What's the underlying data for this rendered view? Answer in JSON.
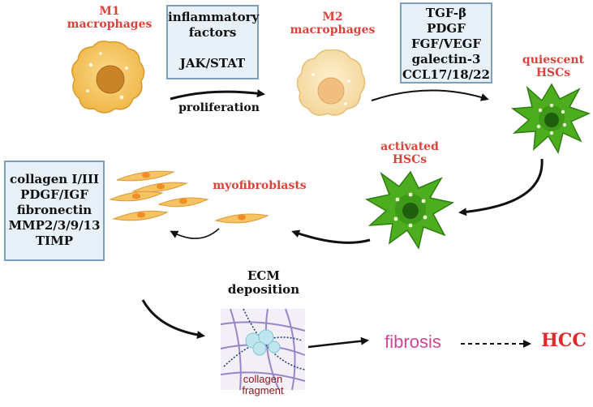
{
  "cells": {
    "m1": "M1\nmacrophages",
    "m2": "M2\nmacrophages",
    "quiescent": "quiescent\nHSCs",
    "activated": "activated\nHSCs",
    "myofibroblasts": "myofibroblasts"
  },
  "boxes": {
    "inflammatory": [
      "inflammatory",
      "factors",
      "",
      "JAK/STAT"
    ],
    "m2_factors": [
      "TGF-β",
      "PDGF",
      "FGF/VEGF",
      "galectin-3",
      "CCL17/18/22"
    ],
    "myo_factors": [
      "collagen I/III",
      "PDGF/IGF",
      "fibronectin",
      "MMP2/3/9/13",
      "TIMP"
    ]
  },
  "steps": {
    "proliferation": "proliferation",
    "ecm": "ECM\ndeposition",
    "collagen_fragment": "collagen\nfragment"
  },
  "outcomes": {
    "fibrosis": "fibrosis",
    "hcc": "HCC"
  },
  "colors": {
    "cell_label": "#d9433a",
    "fibrosis": "#d6449a",
    "hcc": "#e02a2a",
    "hsc_green": "#4cae1f"
  }
}
